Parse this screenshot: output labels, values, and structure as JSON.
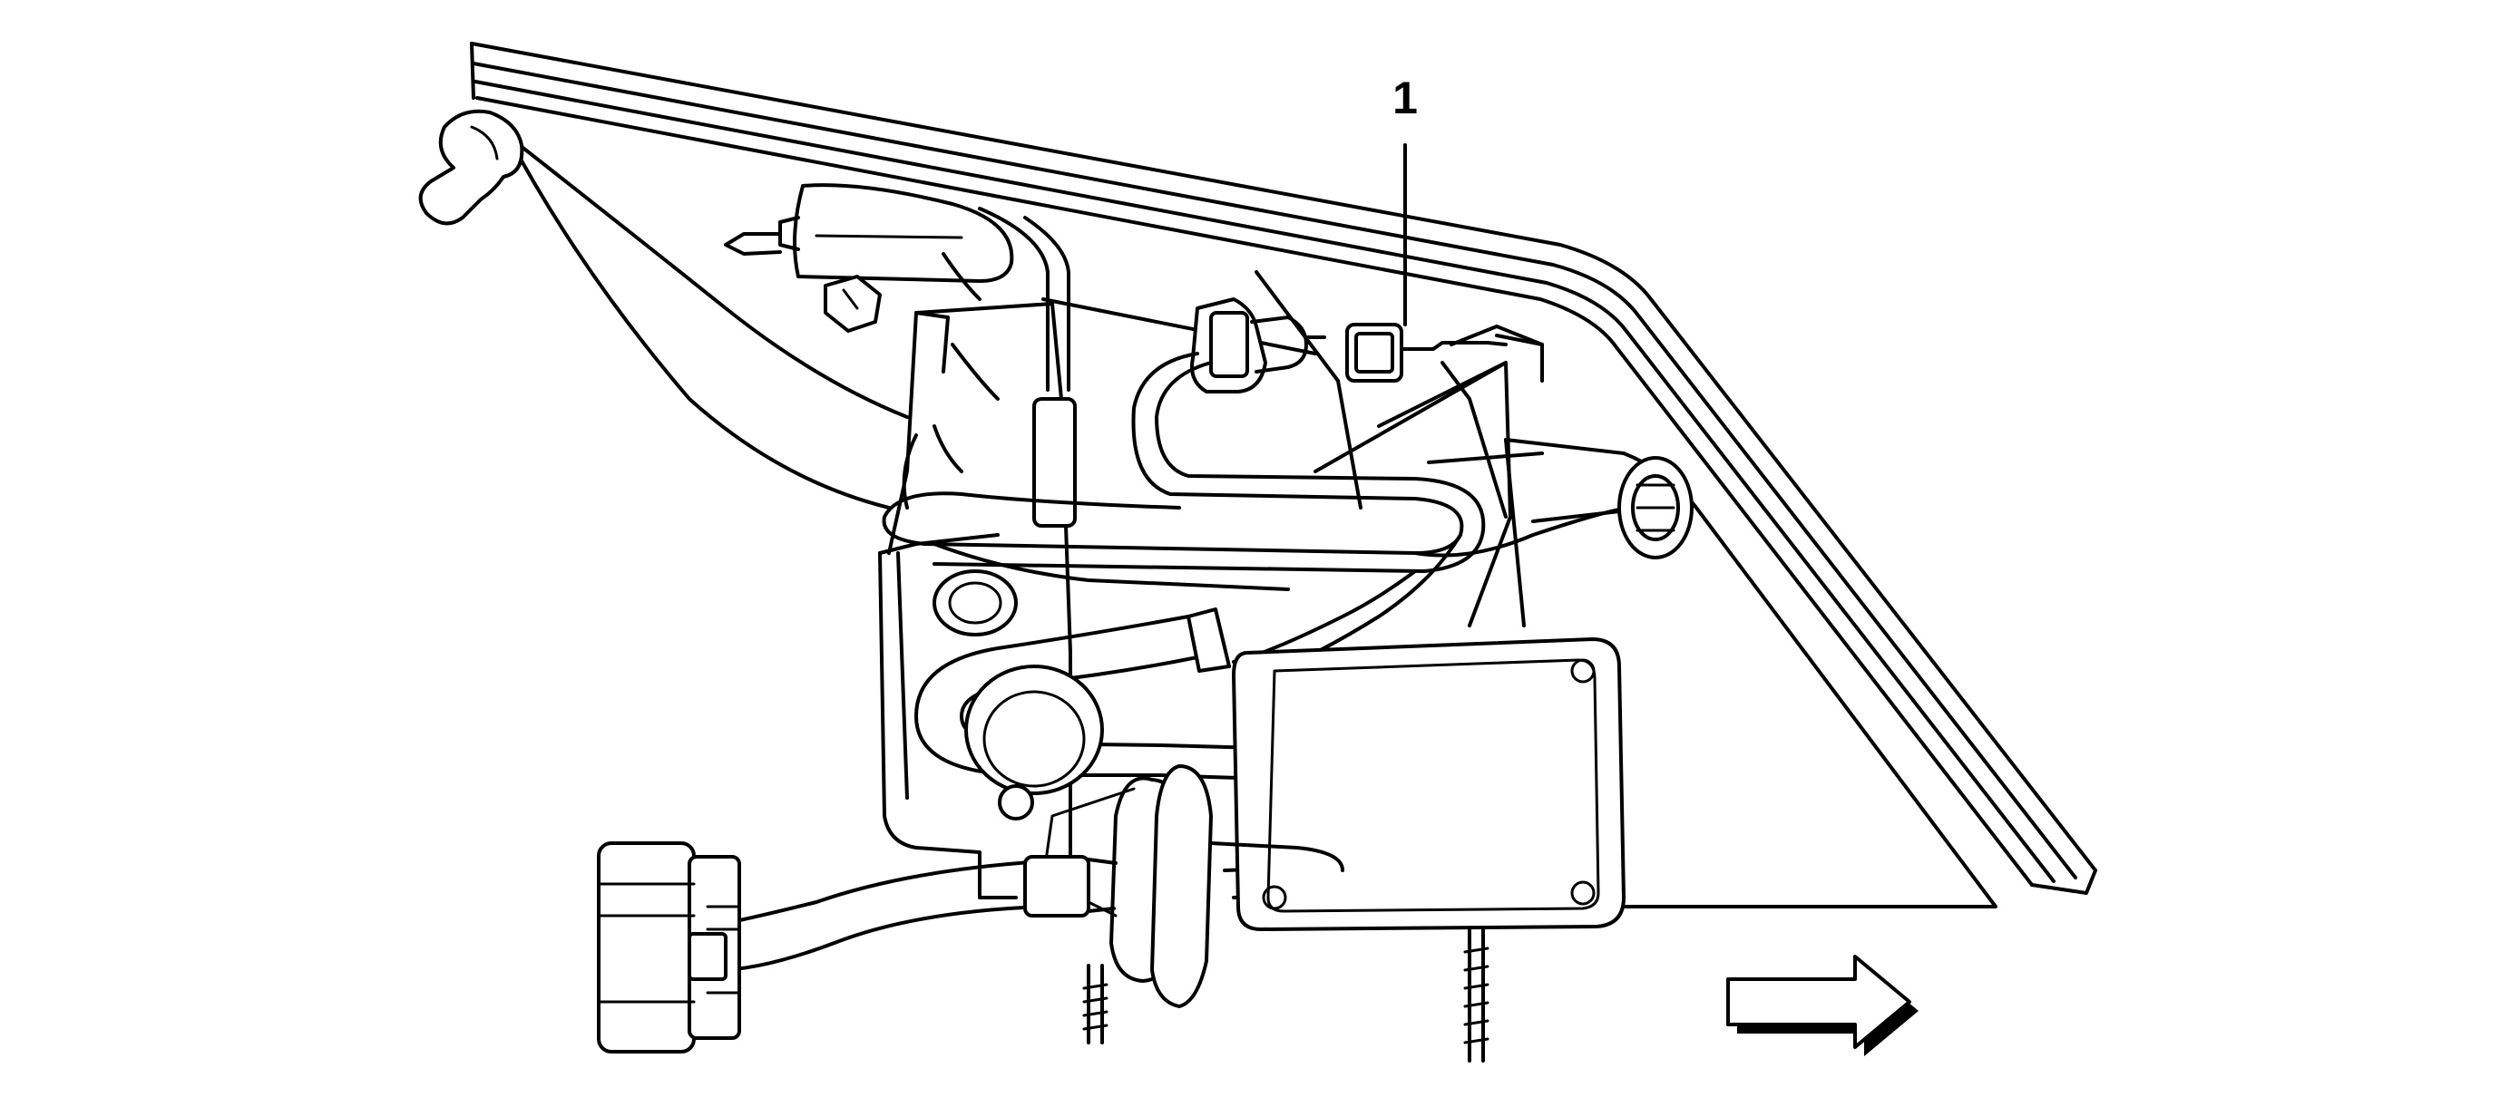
{
  "diagram": {
    "callouts": [
      {
        "id": "1",
        "label": "1"
      }
    ],
    "direction_arrow": {
      "direction": "right"
    }
  }
}
